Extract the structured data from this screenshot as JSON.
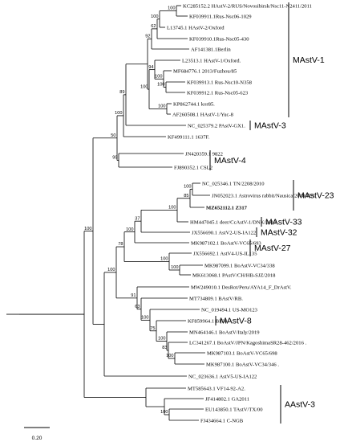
{
  "tree": {
    "leaves": [
      "KC285152.2 HAstV-2/RUS/Novosibirsk/Nsc11-N2411/2011",
      "KF039911.1Rus-Nsc06-1029",
      "L13745.1 HAstV-2/Oxford",
      "KF039910.1Rus-Nsc05-430",
      "AF141381.1Berlin",
      "L23513.1 HAstV-1/Oxford.",
      "MF684776.1 2013/Fuzhou/85",
      "KF039913.1 Rus-Nsc10-N358",
      "KF039912.1 Rus-Nsc05-623",
      "KP862744.1 kor85.",
      "AF260508.1 HAstV-1/Yuc-8",
      "NC_025379.2 PAstV-GX1.",
      "KF499111.1 1637F.",
      "JN420359.1 9822",
      "FJ890352.1 CSL2",
      "NC_025346.1 TN/2208/2010",
      "JN052023.1 Astrovirus rabbit/Nausica/2008/ITA",
      "MZ652112.1 Z317",
      "HM447045.1 deer/CcAstV-1/DNK/2010",
      "JX556690.1 AstV2-US-IA122",
      "MK987102.1 BoAstV-VC65/693",
      "JX556692.1 AstV4-US-IL135",
      "MK987099.1 BoAstV-VC34/338",
      "MK613068.1 PAstV/CH/HB-SJZ/2018",
      "MW249010.1 DesRot/Peru/AYA14_F_DrAstV.",
      "MT734809.1 BAstV/RB.",
      "NC_019494.1 US-MO123",
      "KF859964.1 BF34",
      "MN464146.1 BoAstV/Italy/2019",
      "LC341267.1 BoAstV/JPN/KagoshimaSR28-462/2016 .",
      "MK987103.1 BoAstV-VC65/698",
      "MK987100.1 BoAstV-VC34/346 .",
      "NC_023636.1 AstV5-US-IA122",
      "MT585643.1 VF14-92-A2.",
      "JF414802.1 GA2011",
      "EU143850.1 TAstV/TX/00",
      "FJ434664.1 C-NGB"
    ],
    "groups": [
      {
        "label": "MAstV-1",
        "from": 0,
        "to": 10
      },
      {
        "label": "MAstV-3",
        "from": 11,
        "to": 11
      },
      {
        "label": "MAstV-4",
        "from": 13,
        "to": 14
      },
      {
        "label": "MAstV-23",
        "from": 15,
        "to": 17
      },
      {
        "label": "MAstV-33",
        "from": 18,
        "to": 18
      },
      {
        "label": "MAstV-32",
        "from": 19,
        "to": 19
      },
      {
        "label": "MAstV-27",
        "from": 20,
        "to": 21
      },
      {
        "label": "MAstV-8",
        "from": 27,
        "to": 27
      },
      {
        "label": "AAstV-3",
        "from": 33,
        "to": 36
      }
    ],
    "bootstrap_values": [
      "100",
      "100",
      "62",
      "92",
      "100",
      "100",
      "94",
      "100",
      "100",
      "89",
      "100",
      "99",
      "50",
      "100",
      "85",
      "100",
      "37",
      "100",
      "100",
      "100",
      "78",
      "100",
      "83",
      "100",
      "75",
      "100",
      "63",
      "91",
      "100",
      "100",
      "100"
    ],
    "scale_bar": {
      "label": "0.20"
    }
  }
}
